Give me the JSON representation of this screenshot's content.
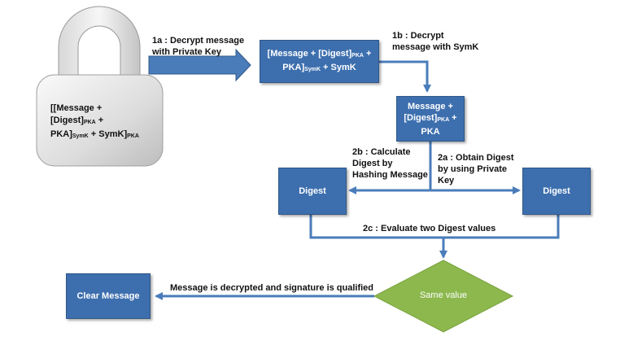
{
  "lock": {
    "line1": "[[Message +",
    "line2a": "[Digest]",
    "line2sub": "PKA",
    "line2b": " +",
    "line3a": "PKA]",
    "line3sub": "SymK",
    "line3b": " + SymK]",
    "line3sub2": "PKA"
  },
  "step1a": {
    "line1": "1a : Decrypt message",
    "line2": "with Private Key"
  },
  "box_encrypted": {
    "line1a": "[Message + [Digest]",
    "line1sub": "PKA",
    "line1b": " +",
    "line2a": "PKA]",
    "line2sub": "SymK",
    "line2b": " + SymK"
  },
  "step1b": {
    "line1": "1b : Decrypt",
    "line2": "message with SymK"
  },
  "box_decrypted": {
    "line1": "Message +",
    "line2a": "[Digest]",
    "line2sub": "PKA",
    "line2b": " +",
    "line3": "PKA"
  },
  "step2b": {
    "line1": "2b : Calculate",
    "line2": "Digest by",
    "line3": "Hashing Message"
  },
  "step2a": {
    "line1": "2a : Obtain Digest",
    "line2": "by using Private",
    "line3": "Key"
  },
  "digest_left": "Digest",
  "digest_right": "Digest",
  "step2c": "2c : Evaluate two Digest values",
  "diamond": "Same value",
  "final_label": "Message is decrypted and signature is qualified",
  "clear_message": "Clear Message",
  "colors": {
    "box": "#3d6fae",
    "arrow": "#4a7cba",
    "diamond": "#8cb84e"
  }
}
